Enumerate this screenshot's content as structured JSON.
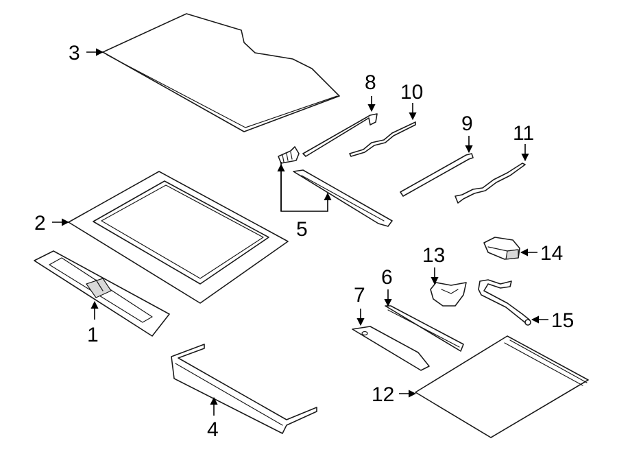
{
  "callouts": [
    {
      "id": "1",
      "label": "1"
    },
    {
      "id": "2",
      "label": "2"
    },
    {
      "id": "3",
      "label": "3"
    },
    {
      "id": "4",
      "label": "4"
    },
    {
      "id": "5",
      "label": "5"
    },
    {
      "id": "6",
      "label": "6"
    },
    {
      "id": "7",
      "label": "7"
    },
    {
      "id": "8",
      "label": "8"
    },
    {
      "id": "9",
      "label": "9"
    },
    {
      "id": "10",
      "label": "10"
    },
    {
      "id": "11",
      "label": "11"
    },
    {
      "id": "12",
      "label": "12"
    },
    {
      "id": "13",
      "label": "13"
    },
    {
      "id": "14",
      "label": "14"
    },
    {
      "id": "15",
      "label": "15"
    }
  ],
  "colors": {
    "line": "#1a1a1a",
    "fill": "#ffffff",
    "shade": "#d9d9d9"
  }
}
